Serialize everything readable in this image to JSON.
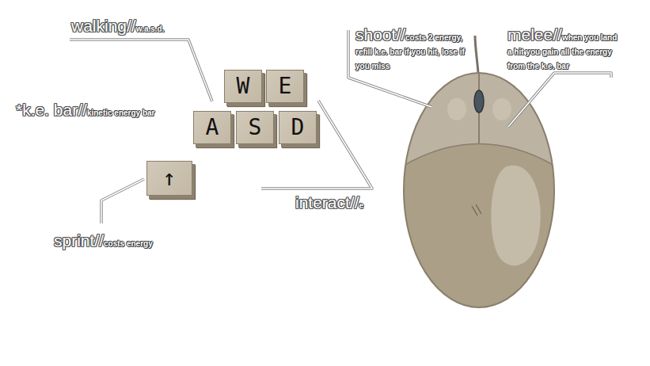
{
  "diagram": {
    "nodes": [
      {
        "text": [
          "W"
        ]
      },
      {
        "text": [
          "E"
        ]
      },
      {
        "text": [
          "A"
        ]
      },
      {
        "text": [
          "S"
        ]
      },
      {
        "text": [
          "D"
        ]
      },
      {
        "text": [
          "↑"
        ]
      }
    ],
    "labels": [
      "walking//",
      "w.a.s.d.",
      "*k.e. bar//",
      "kinetic energy bar",
      "shoot//",
      "costs 2 energy, refill k.e. bar if you hit, lose if you miss",
      "melee//",
      "when you land a hit you gain all the energy from the k.e. bar",
      "interact//",
      "e",
      "sprint//",
      "costs energy"
    ]
  }
}
